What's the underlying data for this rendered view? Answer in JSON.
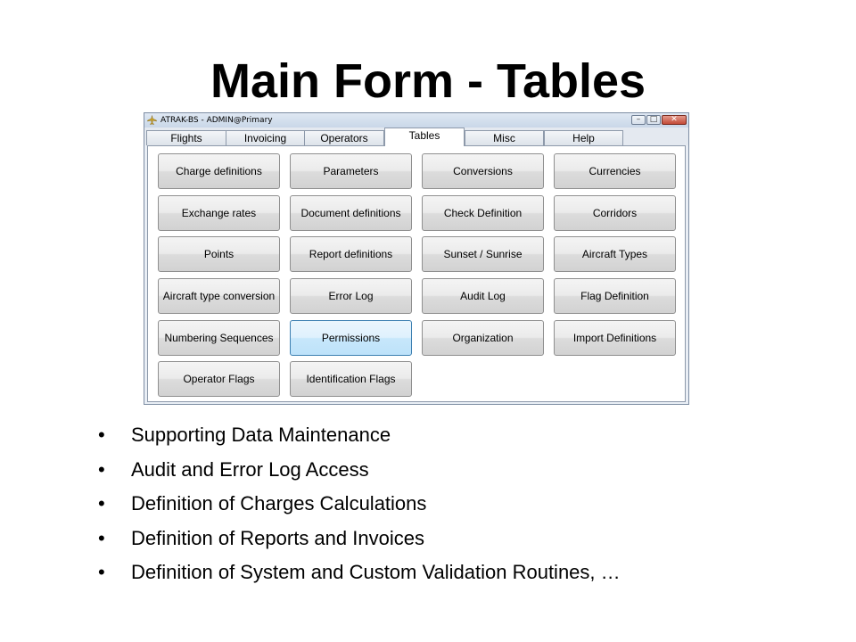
{
  "slide": {
    "title": "Main Form - Tables",
    "bullets": [
      "Supporting Data Maintenance",
      "Audit and Error Log Access",
      "Definition of Charges Calculations",
      "Definition of Reports and Invoices",
      "Definition of System and Custom Validation Routines, …"
    ],
    "bullet_glyph": "•"
  },
  "window": {
    "title": "ATRAK-BS - ADMIN@Primary",
    "app_icon": "aircraft-icon",
    "controls": {
      "minimize": "–",
      "maximize": "□",
      "close": "✕"
    },
    "tabs": [
      "Flights",
      "Invoicing",
      "Operators",
      "Tables",
      "Misc",
      "Help"
    ],
    "active_tab": "Tables",
    "buttons": [
      [
        "Charge definitions",
        "Parameters",
        "Conversions",
        "Currencies"
      ],
      [
        "Exchange rates",
        "Document definitions",
        "Check Definition",
        "Corridors"
      ],
      [
        "Points",
        "Report definitions",
        "Sunset / Sunrise",
        "Aircraft Types"
      ],
      [
        "Aircraft type conversion",
        "Error Log",
        "Audit Log",
        "Flag Definition"
      ],
      [
        "Numbering Sequences",
        "Permissions",
        "Organization",
        "Import Definitions"
      ],
      [
        "Operator Flags",
        "Identification Flags"
      ]
    ],
    "hovered_button": "Permissions"
  }
}
